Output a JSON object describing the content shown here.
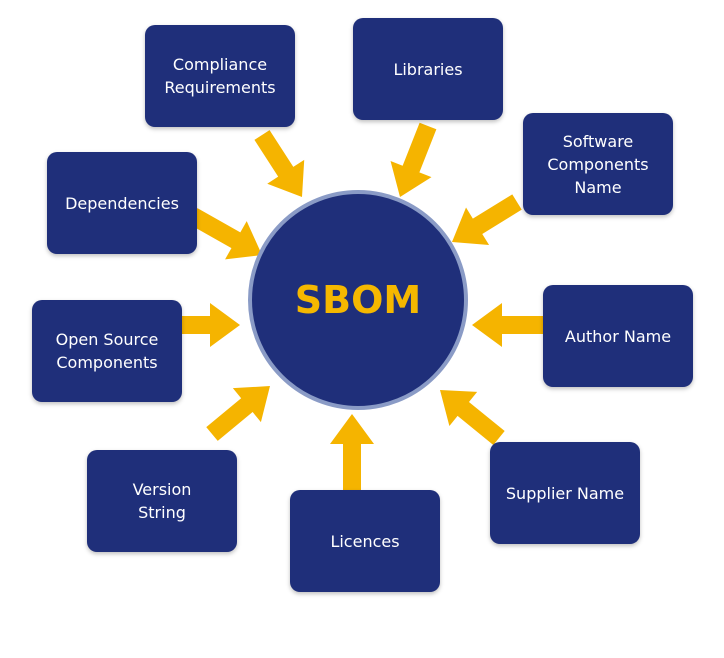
{
  "center": {
    "label": "SBOM"
  },
  "nodes": [
    {
      "id": "compliance",
      "label": "Compliance Requirements"
    },
    {
      "id": "libraries",
      "label": "Libraries"
    },
    {
      "id": "software",
      "label": "Software Components Name"
    },
    {
      "id": "dependencies",
      "label": "Dependencies"
    },
    {
      "id": "opensource",
      "label": "Open Source Components"
    },
    {
      "id": "author",
      "label": "Author Name"
    },
    {
      "id": "version",
      "label": "Version String"
    },
    {
      "id": "licences",
      "label": "Licences"
    },
    {
      "id": "supplier",
      "label": "Supplier Name"
    }
  ],
  "colors": {
    "box": "#1f2f7a",
    "arrow": "#f5b400",
    "center_text": "#f5b800"
  }
}
